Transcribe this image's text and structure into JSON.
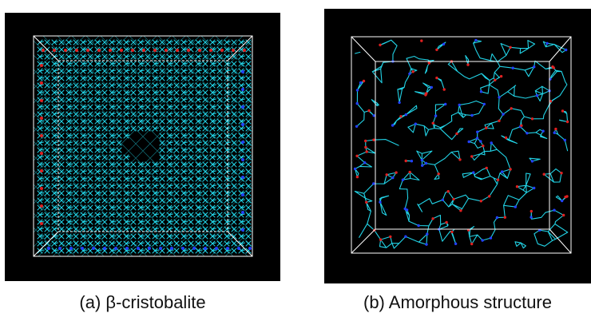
{
  "figure": {
    "captions": {
      "a": "(a) β-cristobalite",
      "b": "(b) Amorphous structure"
    },
    "colors": {
      "background": "#000000",
      "box_edges": "#ffffff",
      "bonds": "#22d3e6",
      "oxygen_atoms": "#e02020",
      "silicon_atoms": "#2340ff"
    },
    "panels": [
      {
        "id": "a",
        "structure": "crystalline lattice"
      },
      {
        "id": "b",
        "structure": "random network"
      }
    ]
  }
}
